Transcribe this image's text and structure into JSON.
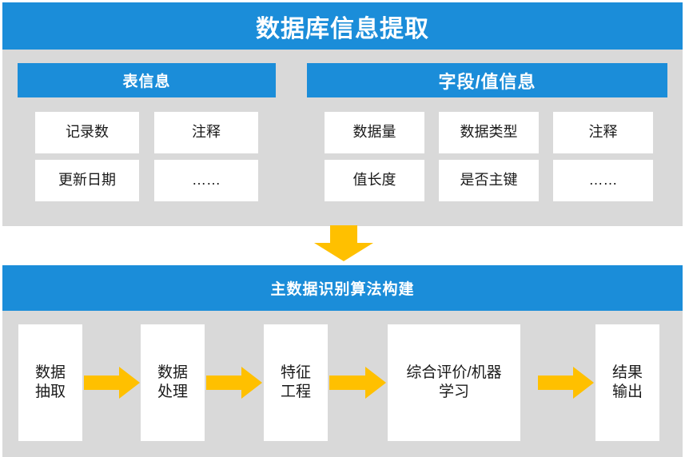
{
  "header": {
    "title": "数据库信息提取"
  },
  "upper_section": {
    "groups": [
      {
        "name": "table-info",
        "band_label": "表信息",
        "cells": [
          "记录数",
          "注释",
          "更新日期",
          "……"
        ]
      },
      {
        "name": "field-value-info",
        "band_label": "字段/值信息",
        "cells": [
          "数据量",
          "数据类型",
          "注释",
          "值长度",
          "是否主键",
          "……"
        ]
      }
    ]
  },
  "connector": {
    "icon": "arrow-down-icon"
  },
  "lower_section": {
    "band_label": "主数据识别算法构建",
    "steps": [
      "数据\n抽取",
      "数据\n处理",
      "特征\n工程",
      "综合评价/机器\n学习",
      "结果\n输出"
    ],
    "step_arrow_icon": "arrow-right-icon"
  },
  "colors": {
    "brand_blue": "#1B8DD9",
    "arrow_amber": "#FFC000",
    "panel_gray": "#D9D9D9",
    "cell_white": "#FFFFFF",
    "text_dark": "#1A1A1A"
  }
}
